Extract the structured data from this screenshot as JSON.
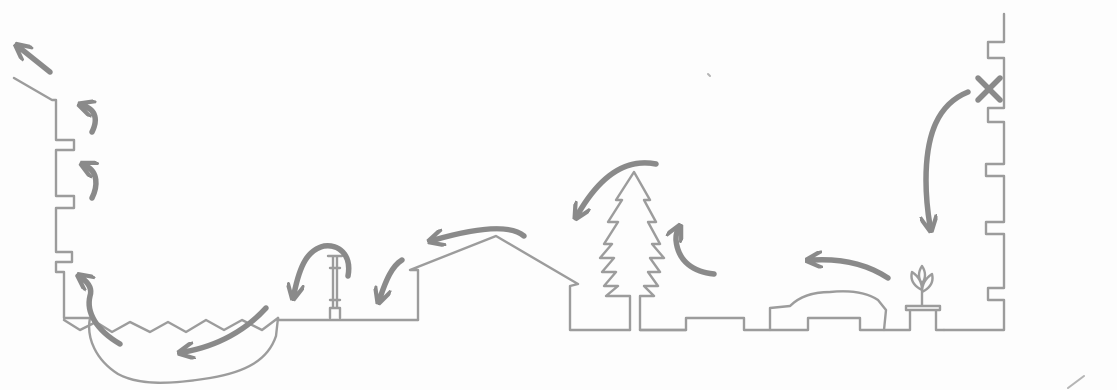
{
  "colors": {
    "paper": "#fdfdfd",
    "line": "#9c9c9c",
    "arrow": "#8a8a8a"
  },
  "elements": [
    {
      "name": "left-cliff-wall"
    },
    {
      "name": "water-basin"
    },
    {
      "name": "lamp-post"
    },
    {
      "name": "house-roof"
    },
    {
      "name": "pine-tree"
    },
    {
      "name": "car"
    },
    {
      "name": "potted-plant"
    },
    {
      "name": "right-tower-wall"
    },
    {
      "name": "ground-line"
    }
  ],
  "arrows": [
    {
      "name": "arrow-top-left-escape",
      "direction": "up-left"
    },
    {
      "name": "arrow-wall-curl-1",
      "direction": "curl-up"
    },
    {
      "name": "arrow-wall-curl-2",
      "direction": "curl-up"
    },
    {
      "name": "arrow-basin-rise",
      "direction": "up"
    },
    {
      "name": "arrow-basin-down",
      "direction": "down-left"
    },
    {
      "name": "arrow-lamp-curl",
      "direction": "down"
    },
    {
      "name": "arrow-house-wall-down",
      "direction": "down"
    },
    {
      "name": "arrow-roof-left",
      "direction": "left"
    },
    {
      "name": "arrow-tree-top",
      "direction": "down-left"
    },
    {
      "name": "arrow-tree-right-up",
      "direction": "up"
    },
    {
      "name": "arrow-car-left",
      "direction": "left"
    },
    {
      "name": "arrow-tower-down",
      "direction": "down"
    }
  ],
  "marks": [
    {
      "name": "x-mark-icon"
    }
  ]
}
